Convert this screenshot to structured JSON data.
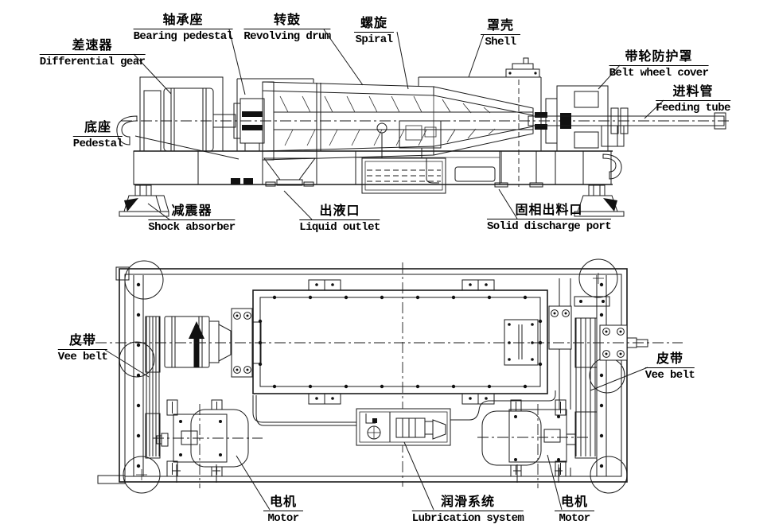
{
  "colors": {
    "background": "#ffffff",
    "line": "#1a1a1a"
  },
  "labels": [
    {
      "id": "differential-gear",
      "zh": "差速器",
      "en": "Differential gear"
    },
    {
      "id": "bearing-pedestal",
      "zh": "轴承座",
      "en": "Bearing pedestal"
    },
    {
      "id": "revolving-drum",
      "zh": "转鼓",
      "en": "Revolving drum"
    },
    {
      "id": "spiral",
      "zh": "螺旋",
      "en": "Spiral"
    },
    {
      "id": "shell",
      "zh": "罩壳",
      "en": "Shell"
    },
    {
      "id": "belt-wheel-cover",
      "zh": "带轮防护罩",
      "en": "Belt wheel cover"
    },
    {
      "id": "feeding-tube",
      "zh": "进料管",
      "en": "Feeding tube"
    },
    {
      "id": "pedestal",
      "zh": "底座",
      "en": "Pedestal"
    },
    {
      "id": "shock-absorber",
      "zh": "减震器",
      "en": "Shock absorber"
    },
    {
      "id": "liquid-outlet",
      "zh": "出液口",
      "en": "Liquid outlet"
    },
    {
      "id": "solid-discharge-port",
      "zh": "固相出料口",
      "en": "Solid discharge port"
    },
    {
      "id": "vee-belt-left",
      "zh": "皮带",
      "en": "Vee belt"
    },
    {
      "id": "vee-belt-right",
      "zh": "皮带",
      "en": "Vee belt"
    },
    {
      "id": "motor-left",
      "zh": "电机",
      "en": "Motor"
    },
    {
      "id": "lubrication-system",
      "zh": "润滑系统",
      "en": "Lubrication system"
    },
    {
      "id": "motor-right",
      "zh": "电机",
      "en": "Motor"
    }
  ]
}
